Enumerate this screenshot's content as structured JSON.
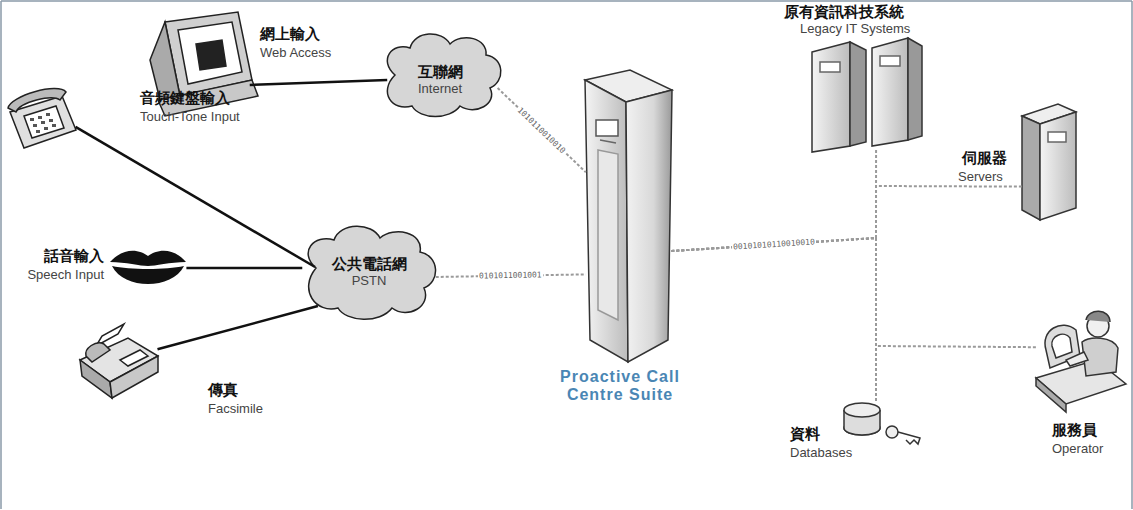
{
  "diagram": {
    "nodes": [
      {
        "text": [
          "網上輸入",
          "Web Access"
        ]
      },
      {
        "text": [
          "互聯網",
          "Internet"
        ]
      },
      {
        "text": [
          "原有資訊科技系統",
          "Legacy IT Systems"
        ]
      },
      {
        "text": [
          "音頻鍵盤輸入",
          "Touch-Tone Input"
        ]
      },
      {
        "text": [
          "伺服器",
          "Servers"
        ]
      },
      {
        "text": [
          "話音輸入",
          "Speech Input"
        ]
      },
      {
        "text": [
          "公共電話網",
          "PSTN"
        ]
      },
      {
        "text": [
          "Proactive Call Centre Suite"
        ]
      },
      {
        "text": [
          "服務員",
          "Operator"
        ]
      },
      {
        "text": [
          "傳真",
          "Facsimile"
        ]
      },
      {
        "text": [
          "資料",
          "Databases"
        ]
      }
    ],
    "edges": [
      {
        "from": 0,
        "to": 1,
        "arrow": "none"
      },
      {
        "from": 1,
        "to": 7,
        "label": "1010110010010",
        "arrow": "none"
      },
      {
        "from": 3,
        "to": 6,
        "arrow": "none"
      },
      {
        "from": 5,
        "to": 6,
        "arrow": "none"
      },
      {
        "from": 9,
        "to": 6,
        "arrow": "none"
      },
      {
        "from": 6,
        "to": 7,
        "label": "0101011001001",
        "arrow": "none"
      },
      {
        "from": 7,
        "to": 2,
        "label": "00101010110010010",
        "arrow": "none"
      },
      {
        "from": 7,
        "to": 4,
        "arrow": "none"
      },
      {
        "from": 7,
        "to": 10,
        "arrow": "none"
      },
      {
        "from": 7,
        "to": 8,
        "arrow": "none"
      }
    ]
  }
}
